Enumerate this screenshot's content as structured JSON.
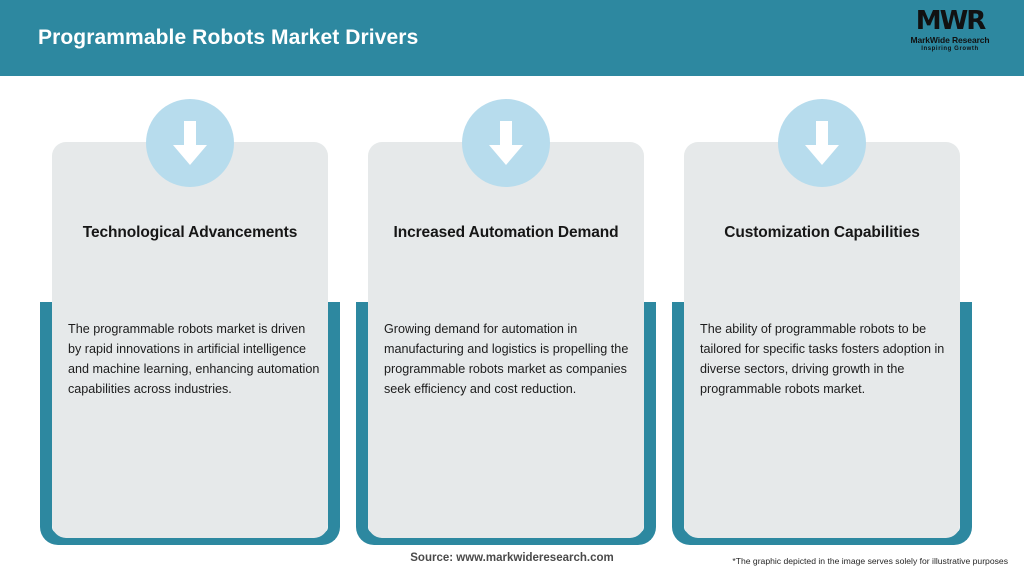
{
  "header": {
    "title": "Programmable Robots Market Drivers",
    "background_color": "#2d88a0",
    "title_color": "#ffffff"
  },
  "logo": {
    "mark": "MWR",
    "name": "MarkWide Research",
    "tagline": "Inspiring Growth"
  },
  "theme": {
    "accent_teal": "#2d88a0",
    "card_background": "#e6e9ea",
    "icon_circle": "#b7dced",
    "arrow_color": "#ffffff"
  },
  "cards": [
    {
      "icon": "arrow-down-icon",
      "title": "Technological Advancements",
      "body": "The programmable robots market is driven by rapid innovations in artificial intelligence and machine learning, enhancing automation capabilities across industries."
    },
    {
      "icon": "arrow-down-icon",
      "title": "Increased Automation Demand",
      "body": "Growing demand for automation in manufacturing and logistics is propelling the programmable robots market as companies seek efficiency and cost reduction."
    },
    {
      "icon": "arrow-down-icon",
      "title": "Customization Capabilities",
      "body": "The ability of programmable robots to be tailored for specific tasks fosters adoption in diverse sectors, driving growth in the programmable robots market."
    }
  ],
  "footer": {
    "source": "Source: www.markwideresearch.com",
    "disclaimer": "*The graphic depicted in the image serves solely for illustrative purposes"
  }
}
